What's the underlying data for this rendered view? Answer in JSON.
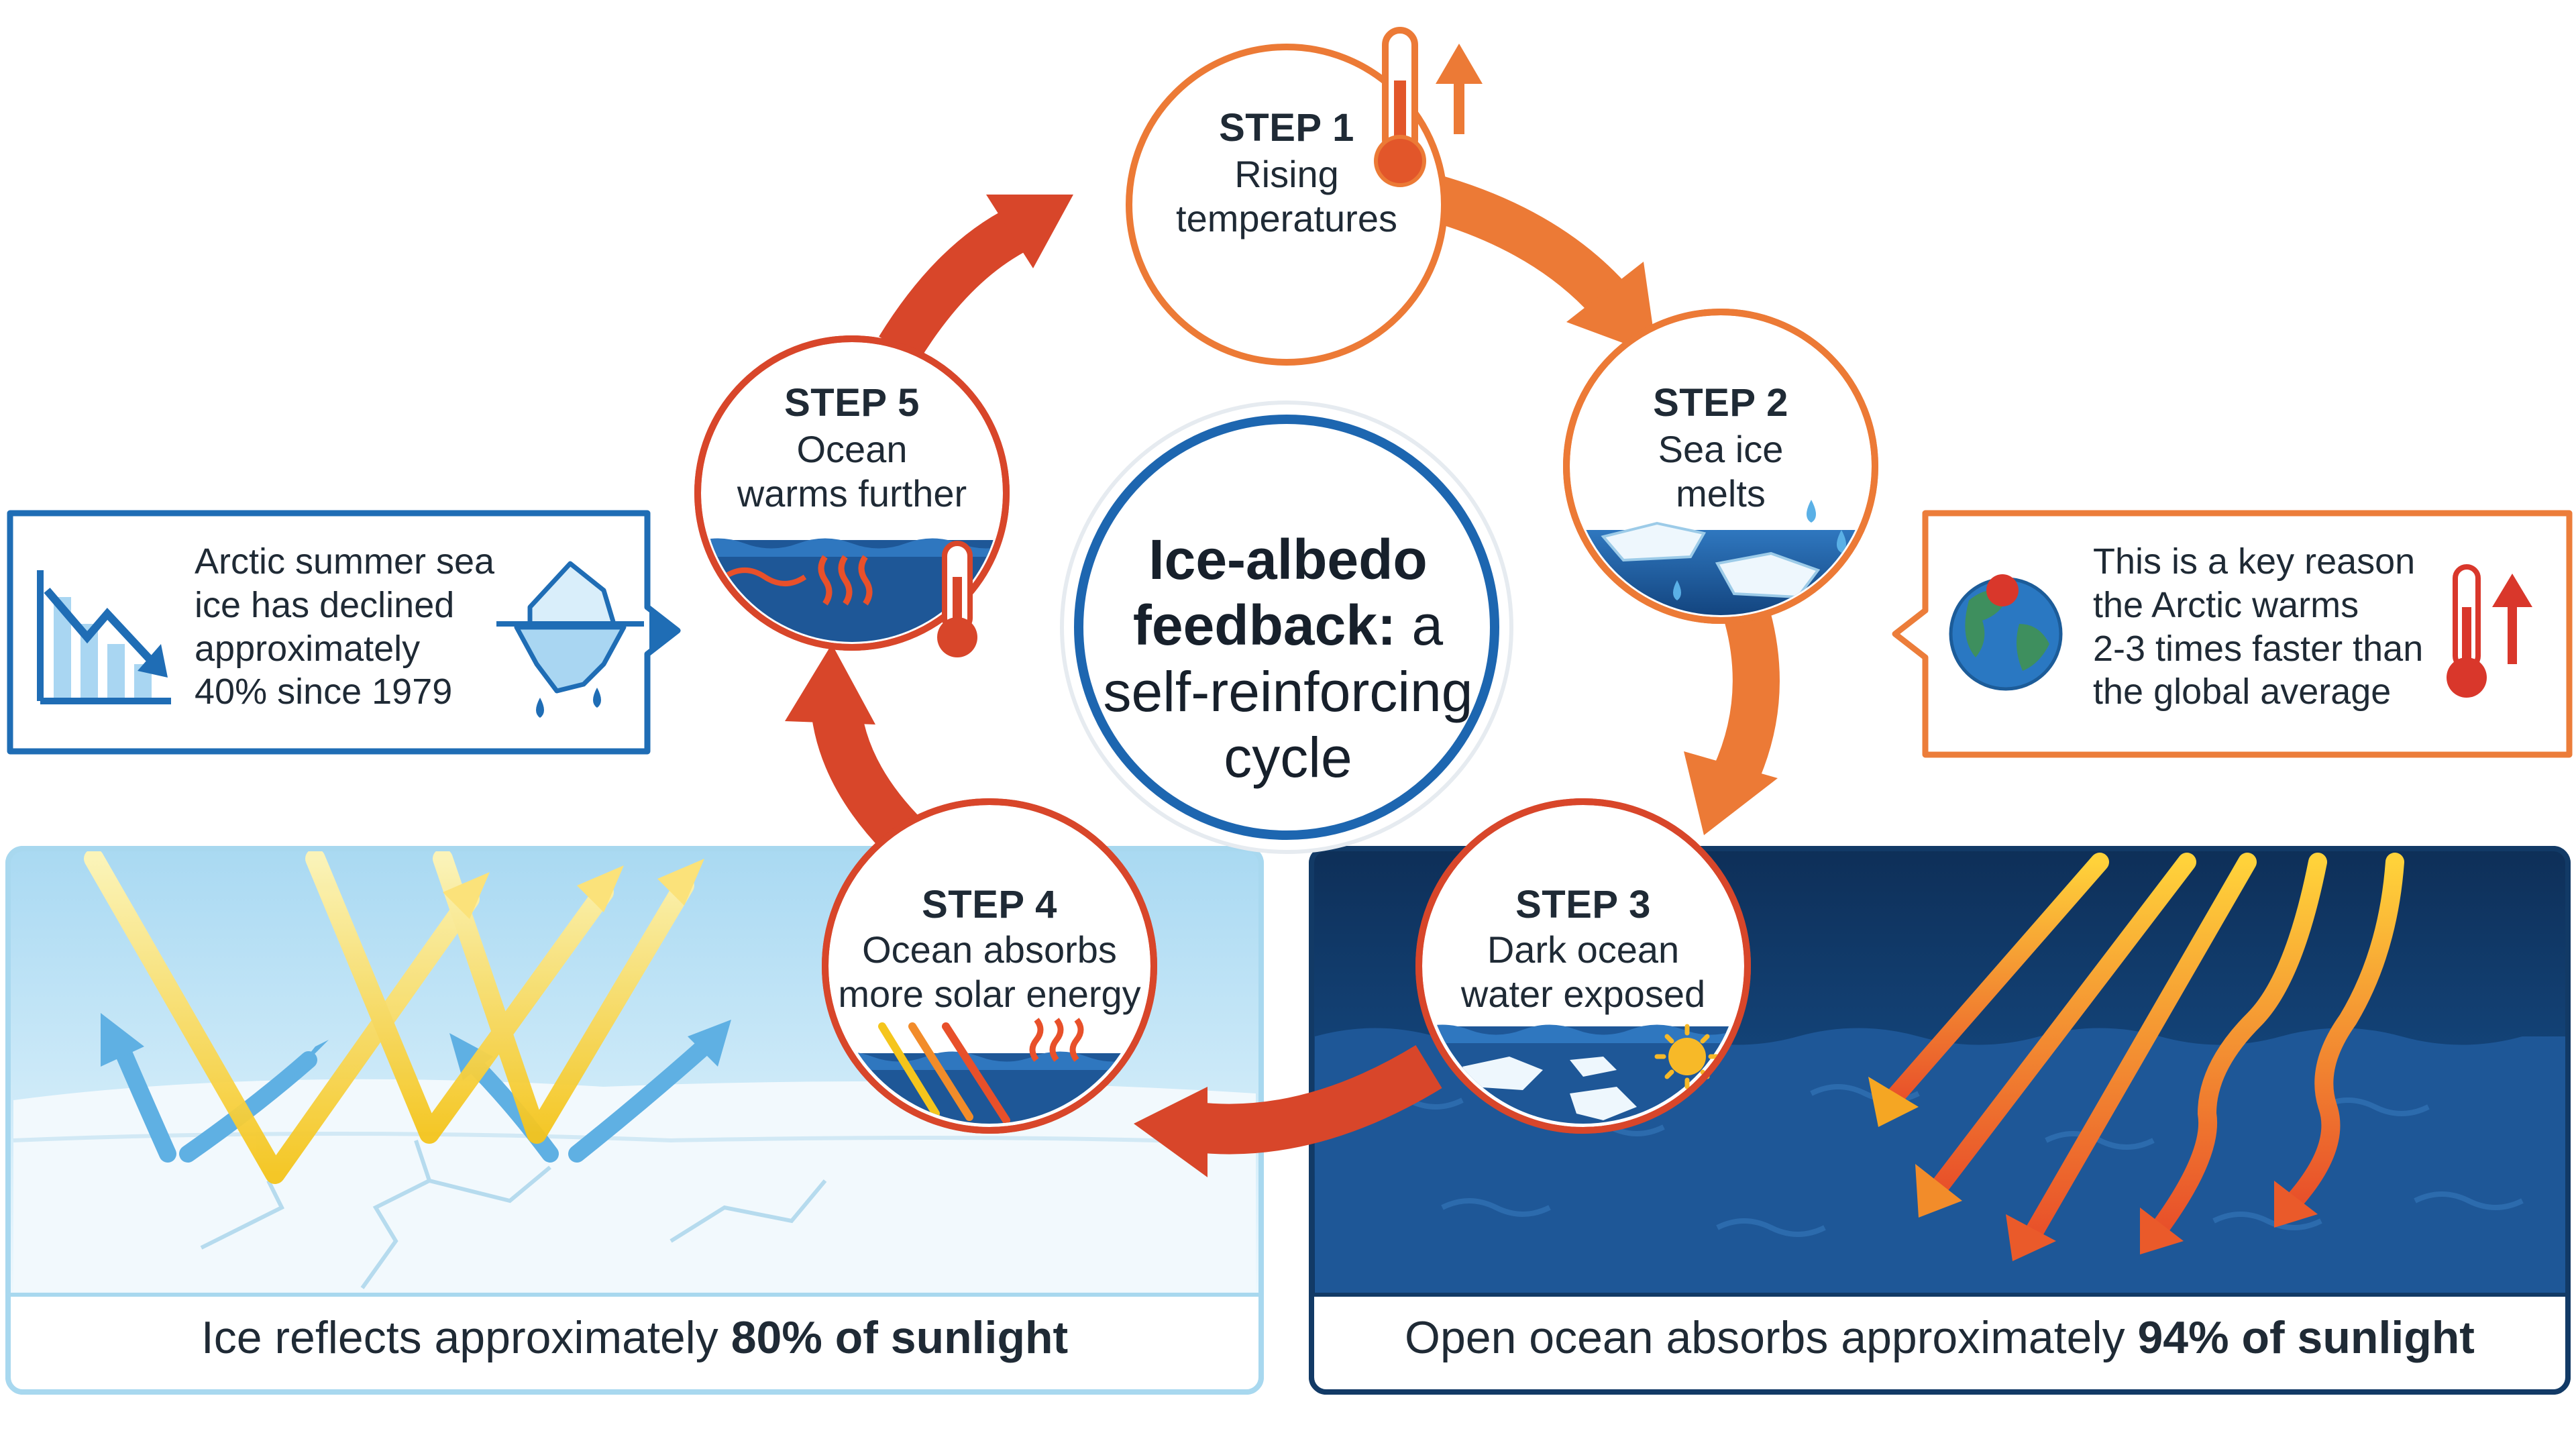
{
  "center": {
    "title_bold": "Ice-albedo feedback:",
    "title_rest_1": "a",
    "title_rest_2": "self-reinforcing",
    "title_rest_3": "cycle"
  },
  "steps": [
    {
      "label": "STEP 1",
      "line1": "Rising",
      "line2": "temperatures"
    },
    {
      "label": "STEP 2",
      "line1": "Sea ice",
      "line2": "melts"
    },
    {
      "label": "STEP 3",
      "line1": "Dark ocean",
      "line2": "water exposed"
    },
    {
      "label": "STEP 4",
      "line1": "Ocean absorbs",
      "line2": "more solar energy"
    },
    {
      "label": "STEP 5",
      "line1": "Ocean",
      "line2": "warms further"
    }
  ],
  "callouts": {
    "left": {
      "lines": [
        "Arctic summer sea",
        "ice has declined",
        "approximately",
        "40% since 1979"
      ]
    },
    "right": {
      "lines": [
        "This is a key reason",
        "the Arctic warms",
        "2-3 times faster than",
        "the global average"
      ]
    }
  },
  "panels": {
    "ice": {
      "caption_plain": "Ice reflects approximately",
      "caption_bold": "80% of sunlight"
    },
    "ocean": {
      "caption_plain": "Open ocean absorbs approximately",
      "caption_bold": "94% of sunlight"
    }
  },
  "colors": {
    "arrow_red": "#d8462a",
    "arrow_orange": "#ec7a36",
    "callout_blue": "#1f6db5",
    "callout_orange": "#ec7d3a",
    "center_ring": "#1d66b0",
    "ocean_dark": "#0f3a6b",
    "ice_panel": "#bfe3f5"
  },
  "icons": {
    "step1": "thermometer-up-icon",
    "step2": "melting-ice-icon",
    "step3": "sun-icon",
    "step5": "thermometer-icon",
    "left_callout": [
      "declining-chart-icon",
      "melting-iceberg-icon"
    ],
    "right_callout": [
      "globe-icon",
      "thermometer-up-icon"
    ]
  }
}
